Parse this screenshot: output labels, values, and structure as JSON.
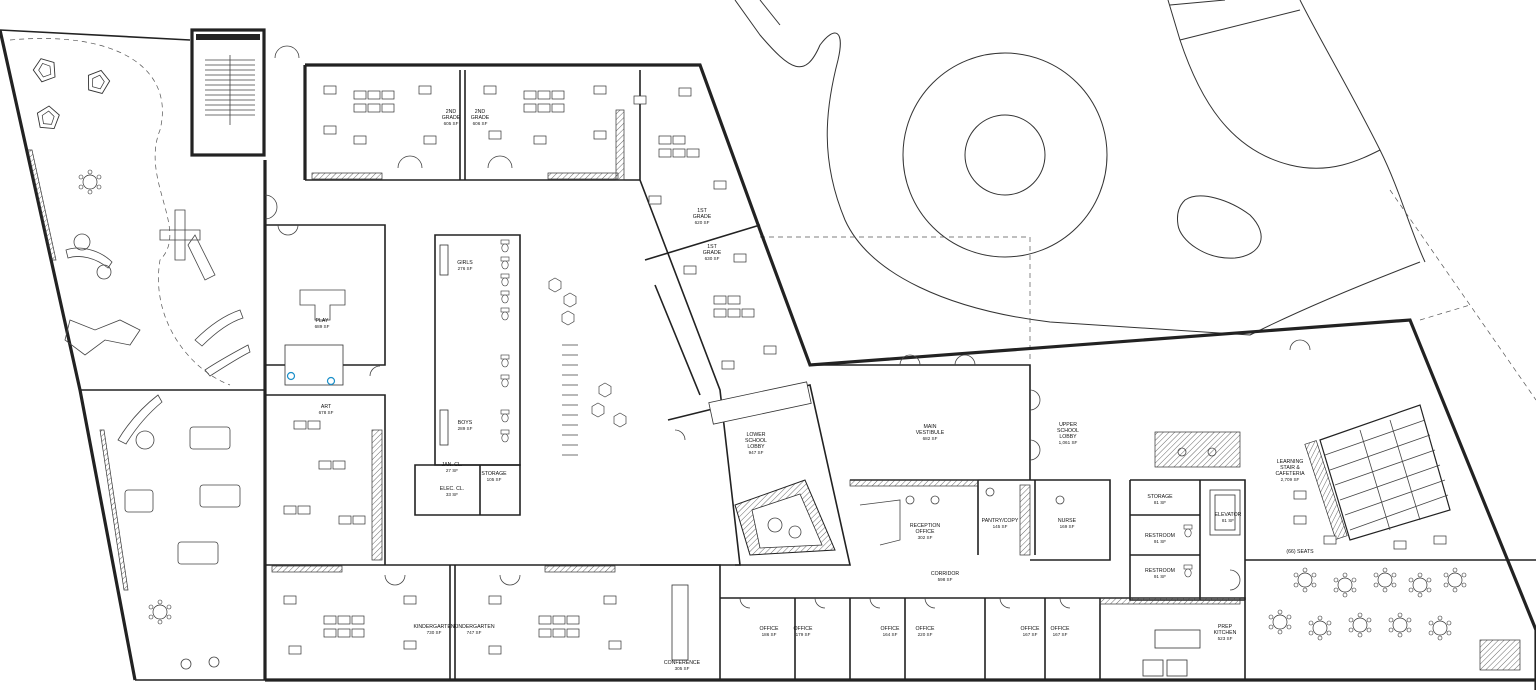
{
  "title": "",
  "rooms": [
    {
      "id": "grade2a",
      "name": "2ND\nGRADE",
      "area": "605 SF"
    },
    {
      "id": "grade2b",
      "name": "2ND\nGRADE",
      "area": "606 SF"
    },
    {
      "id": "grade1a",
      "name": "1ST\nGRADE",
      "area": "620 SF"
    },
    {
      "id": "grade1b",
      "name": "1ST\nGRADE",
      "area": "630 SF"
    },
    {
      "id": "play",
      "name": "PLAY",
      "area": "689 SF"
    },
    {
      "id": "art",
      "name": "ART",
      "area": "678 SF"
    },
    {
      "id": "girls",
      "name": "GIRLS",
      "area": "276 SF"
    },
    {
      "id": "boys",
      "name": "BOYS",
      "area": "289 SF"
    },
    {
      "id": "jancl",
      "name": "JAN. CL.",
      "area": "27 SF"
    },
    {
      "id": "elecl",
      "name": "ELEC. CL.",
      "area": "33 SF"
    },
    {
      "id": "storage1",
      "name": "STORAGE",
      "area": "105 SF"
    },
    {
      "id": "lowerlobby",
      "name": "LOWER\nSCHOOL\nLOBBY",
      "area": "947 SF"
    },
    {
      "id": "vestibule",
      "name": "MAIN\nVESTIBULE",
      "area": "682 SF"
    },
    {
      "id": "upperlobby",
      "name": "UPPER\nSCHOOL\nLOBBY",
      "area": "1,061 SF"
    },
    {
      "id": "reception",
      "name": "RECEPTION\nOFFICE",
      "area": "302 SF"
    },
    {
      "id": "pantry",
      "name": "PANTRY/COPY",
      "area": "145 SF"
    },
    {
      "id": "nurse",
      "name": "NURSE",
      "area": "169 SF"
    },
    {
      "id": "storage2",
      "name": "STORAGE",
      "area": "81 SF"
    },
    {
      "id": "elevator",
      "name": "ELEVATOR",
      "area": "81 SF"
    },
    {
      "id": "restroom1",
      "name": "RESTROOM",
      "area": "91 SF"
    },
    {
      "id": "restroom2",
      "name": "RESTROOM",
      "area": "91 SF"
    },
    {
      "id": "corridor",
      "name": "CORRIDOR",
      "area": "598 SF"
    },
    {
      "id": "kinder1",
      "name": "KINDERGARTEN",
      "area": "730 SF"
    },
    {
      "id": "kinder2",
      "name": "KINDERGARTEN",
      "area": "747 SF"
    },
    {
      "id": "conference",
      "name": "CONFERENCE",
      "area": "305 SF"
    },
    {
      "id": "office1",
      "name": "OFFICE",
      "area": "186 SF"
    },
    {
      "id": "office2",
      "name": "OFFICE",
      "area": "179 SF"
    },
    {
      "id": "office3",
      "name": "OFFICE",
      "area": "164 SF"
    },
    {
      "id": "office4",
      "name": "OFFICE",
      "area": "220 SF"
    },
    {
      "id": "office5",
      "name": "OFFICE",
      "area": "167 SF"
    },
    {
      "id": "office6",
      "name": "OFFICE",
      "area": "167 SF"
    },
    {
      "id": "prepkitchen",
      "name": "PREP\nKITCHEN",
      "area": "523 SF"
    },
    {
      "id": "learningstair",
      "name": "LEARNING\nSTAIR &\nCAFETERIA",
      "area": "2,709 SF"
    }
  ],
  "annotations": {
    "seats": "(66) SEATS"
  },
  "colors": {
    "line": "#222222",
    "background": "#ffffff",
    "accent": "#1a8fc9"
  }
}
